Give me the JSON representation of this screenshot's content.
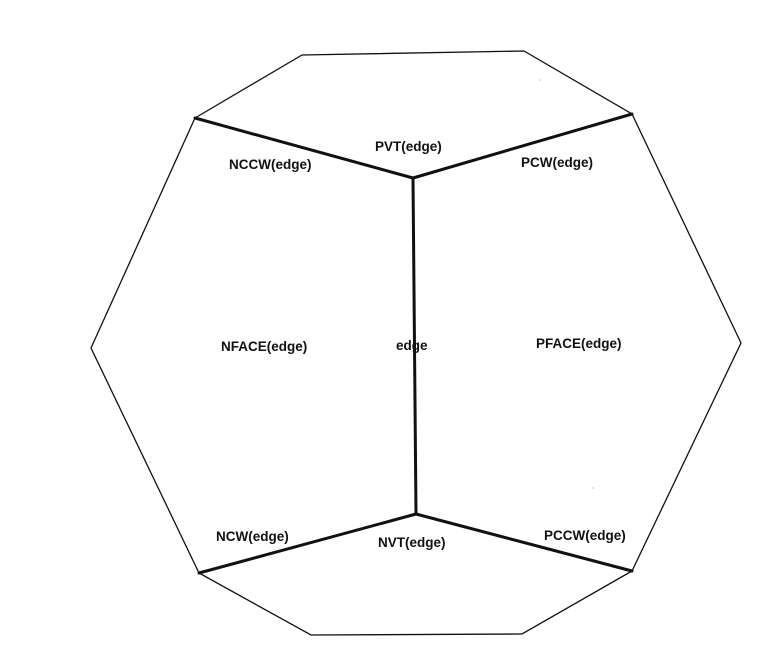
{
  "diagram": {
    "labels": {
      "pvt": "PVT(edge)",
      "nccw": "NCCW(edge)",
      "pcw": "PCW(edge)",
      "nface": "NFACE(edge)",
      "edge": "edge",
      "pface": "PFACE(edge)",
      "ncw": "NCW(edge)",
      "nvt": "NVT(edge)",
      "pccw": "PCCW(edge)"
    }
  }
}
